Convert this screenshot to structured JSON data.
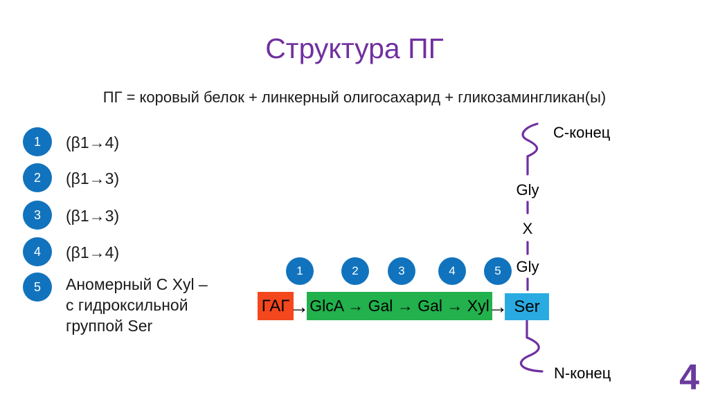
{
  "slide": {
    "title": "Структура ПГ",
    "subtitle": "ПГ = коровый белок + линкерный олигосахарид + гликозамингликан(ы)",
    "page_number": "4"
  },
  "annotations": {
    "items": [
      {
        "num": "1",
        "text": "(β1→4)"
      },
      {
        "num": "2",
        "text": "(β1→3)"
      },
      {
        "num": "3",
        "text": "(β1→3)"
      },
      {
        "num": "4",
        "text": "(β1→4)"
      },
      {
        "num": "5",
        "text": "Аномерный C Xyl –\nс гидроксильной\nгруппой Ser"
      }
    ]
  },
  "diagram": {
    "markers": [
      "1",
      "2",
      "3",
      "4",
      "5"
    ],
    "gag_box": "ГАГ",
    "linker_box": "GlcA → Gal → Gal → Xyl",
    "ser_box": "Ser",
    "arrow": "→",
    "c_terminus": "С-конец",
    "n_terminus": "N-конец",
    "backbone_residues": [
      "Gly",
      "X",
      "Gly"
    ],
    "colors": {
      "gag_box": "#F4471E",
      "linker_box": "#22B14C",
      "ser_box": "#29ABE2",
      "marker_circle": "#1173BD",
      "backbone_line": "#7030A0"
    }
  },
  "colors": {
    "title": "#7030A0",
    "page_number": "#6A3A9E",
    "body_text": "#1a1a1a",
    "background": "#ffffff"
  }
}
